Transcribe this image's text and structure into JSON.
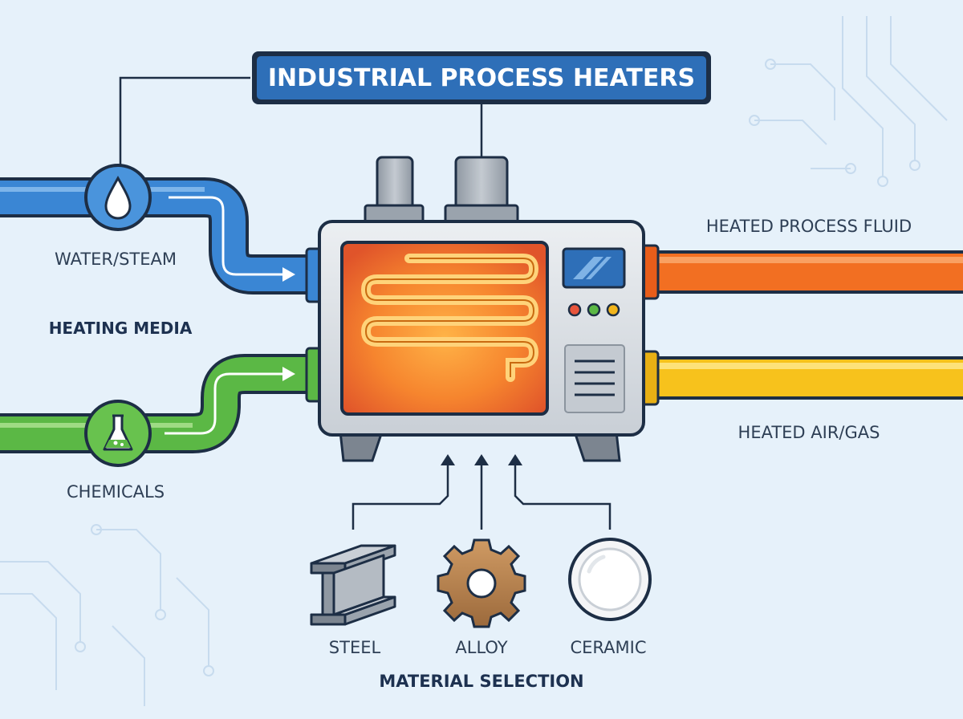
{
  "title": "INDUSTRIAL PROCESS HEATERS",
  "inputs": {
    "group_label": "HEATING MEDIA",
    "items": [
      {
        "label": "WATER/STEAM",
        "icon": "water-drop-icon",
        "color": "#3a86d4"
      },
      {
        "label": "CHEMICALS",
        "icon": "flask-icon",
        "color": "#5bb845"
      }
    ]
  },
  "outputs": [
    {
      "label": "HEATED PROCESS FLUID",
      "color": "#f26f22"
    },
    {
      "label": "HEATED AIR/GAS",
      "color": "#f7c21c"
    }
  ],
  "materials": {
    "group_label": "MATERIAL SELECTION",
    "items": [
      {
        "label": "STEEL",
        "icon": "steel-beam-icon"
      },
      {
        "label": "ALLOY",
        "icon": "gear-icon"
      },
      {
        "label": "CERAMIC",
        "icon": "ceramic-disc-icon"
      }
    ]
  },
  "heater": {
    "indicator_colors": [
      "#e8553c",
      "#5bb845",
      "#f2b51c"
    ]
  }
}
